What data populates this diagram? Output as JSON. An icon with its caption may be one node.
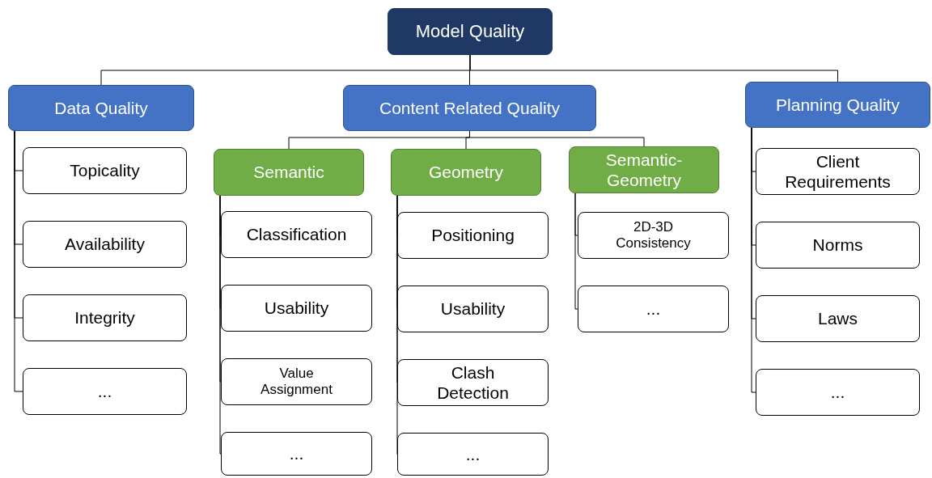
{
  "diagram": {
    "nodes": [
      {
        "text": [
          "Model Quality"
        ]
      },
      {
        "text": [
          "Data Quality"
        ]
      },
      {
        "text": [
          "Content Related Quality"
        ]
      },
      {
        "text": [
          "Planning Quality"
        ]
      },
      {
        "text": [
          "Topicality"
        ]
      },
      {
        "text": [
          "Availability"
        ]
      },
      {
        "text": [
          "Integrity"
        ]
      },
      {
        "text": [
          "..."
        ]
      },
      {
        "text": [
          "Semantic"
        ]
      },
      {
        "text": [
          "Geometry"
        ]
      },
      {
        "text": [
          "Semantic-Geometry"
        ]
      },
      {
        "text": [
          "Classification"
        ]
      },
      {
        "text": [
          "Usability"
        ]
      },
      {
        "text": [
          "Value Assignment"
        ]
      },
      {
        "text": [
          "..."
        ]
      },
      {
        "text": [
          "Positioning"
        ]
      },
      {
        "text": [
          "Usability"
        ]
      },
      {
        "text": [
          "Clash Detection"
        ]
      },
      {
        "text": [
          "..."
        ]
      },
      {
        "text": [
          "2D-3D Consistency"
        ]
      },
      {
        "text": [
          "..."
        ]
      },
      {
        "text": [
          "Client Requirements"
        ]
      },
      {
        "text": [
          "Norms"
        ]
      },
      {
        "text": [
          "Laws"
        ]
      },
      {
        "text": [
          "..."
        ]
      }
    ],
    "edges": [
      {
        "from": 0,
        "to": 1,
        "arrow": "none"
      },
      {
        "from": 0,
        "to": 2,
        "arrow": "none"
      },
      {
        "from": 0,
        "to": 3,
        "arrow": "none"
      },
      {
        "from": 1,
        "to": 4,
        "arrow": "none"
      },
      {
        "from": 1,
        "to": 5,
        "arrow": "none"
      },
      {
        "from": 1,
        "to": 6,
        "arrow": "none"
      },
      {
        "from": 1,
        "to": 7,
        "arrow": "none"
      },
      {
        "from": 2,
        "to": 8,
        "arrow": "none"
      },
      {
        "from": 2,
        "to": 9,
        "arrow": "none"
      },
      {
        "from": 2,
        "to": 10,
        "arrow": "none"
      },
      {
        "from": 8,
        "to": 11,
        "arrow": "none"
      },
      {
        "from": 8,
        "to": 12,
        "arrow": "none"
      },
      {
        "from": 8,
        "to": 13,
        "arrow": "none"
      },
      {
        "from": 8,
        "to": 14,
        "arrow": "none"
      },
      {
        "from": 9,
        "to": 15,
        "arrow": "none"
      },
      {
        "from": 9,
        "to": 16,
        "arrow": "none"
      },
      {
        "from": 9,
        "to": 17,
        "arrow": "none"
      },
      {
        "from": 9,
        "to": 18,
        "arrow": "none"
      },
      {
        "from": 10,
        "to": 19,
        "arrow": "none"
      },
      {
        "from": 10,
        "to": 20,
        "arrow": "none"
      },
      {
        "from": 3,
        "to": 21,
        "arrow": "none"
      },
      {
        "from": 3,
        "to": 22,
        "arrow": "none"
      },
      {
        "from": 3,
        "to": 23,
        "arrow": "none"
      },
      {
        "from": 3,
        "to": 24,
        "arrow": "none"
      }
    ]
  }
}
